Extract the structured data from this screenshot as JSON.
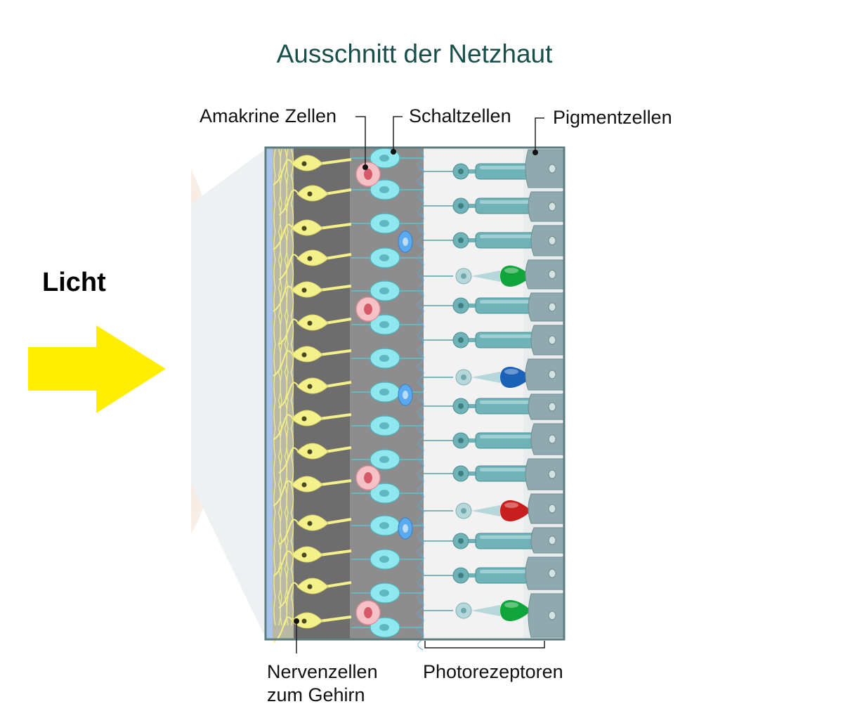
{
  "title": "Ausschnitt der Netzhaut",
  "light_label": "Licht",
  "labels": {
    "amakrine": "Amakrine Zellen",
    "schaltzellen": "Schaltzellen",
    "pigmentzellen": "Pigmentzellen",
    "nervenzellen_line1": "Nervenzellen",
    "nervenzellen_line2": "zum Gehirn",
    "photorezeptoren": "Photorezeptoren"
  },
  "colors": {
    "title": "#17504a",
    "arrow": "#ffee00",
    "ganglion": "#f4f08a",
    "bipolar": "#8fe8ee",
    "amacrine": "#f5c0c6",
    "horizontal": "#5aaaf0",
    "rod": "#6fb3b8",
    "pigment": "#8faaae",
    "cone_green": "#10a53a",
    "cone_blue": "#1a62b8",
    "cone_red": "#c81e1e"
  },
  "photoreceptors": [
    "rod",
    "rod",
    "rod",
    "cone-green",
    "rod",
    "rod",
    "cone-blue",
    "rod",
    "rod",
    "rod",
    "cone-red",
    "rod",
    "rod",
    "cone-green"
  ]
}
